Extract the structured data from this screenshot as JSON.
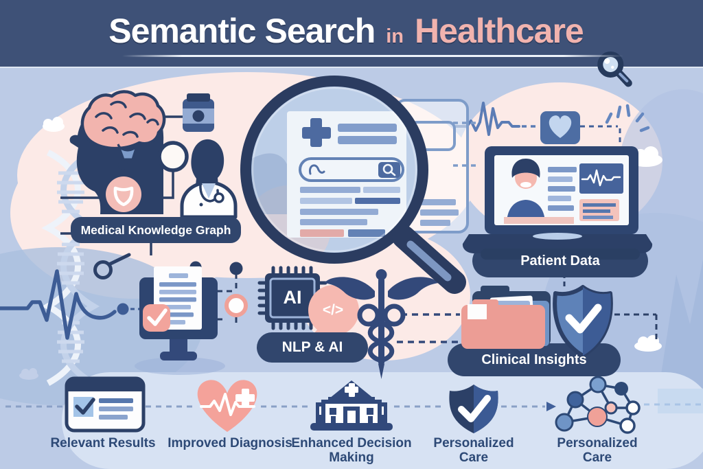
{
  "header": {
    "title_main": "Semantic Search",
    "title_connector": "in",
    "title_accent": "Healthcare"
  },
  "diagram": {
    "medical_knowledge_graph_label": "Medical Knowledge Graph",
    "patient_data_label": "Patient Data",
    "nlp_ai_label": "NLP & AI",
    "clinical_insights_label": "Clinical Insights",
    "ai_chip_label": "AI",
    "code_bubble_symbol": "</>"
  },
  "benefits": [
    {
      "icon": "checklist-card-icon",
      "label": "Relevant Results"
    },
    {
      "icon": "heart-pulse-icon",
      "label": "Improved Diagnosis"
    },
    {
      "icon": "hospital-icon",
      "label": "Enhanced Decision Making"
    },
    {
      "icon": "shield-check-icon",
      "label": "Personalized Care"
    },
    {
      "icon": "network-graph-icon",
      "label": "Personalized Care"
    }
  ],
  "colors": {
    "header_bg": "#3e5177",
    "title_accent_pink": "#f1b3ae",
    "canvas_bg": "#bccbe6",
    "blob_pink": "#fceae7",
    "navy_dark": "#2c4067",
    "navy_mid": "#33497a",
    "blue_mid": "#5b7cb5",
    "blue_light": "#8fa9d4",
    "accent_pink": "#f0a198",
    "label_pill_bg": "#31466d",
    "benefit_text": "#2d4976"
  }
}
